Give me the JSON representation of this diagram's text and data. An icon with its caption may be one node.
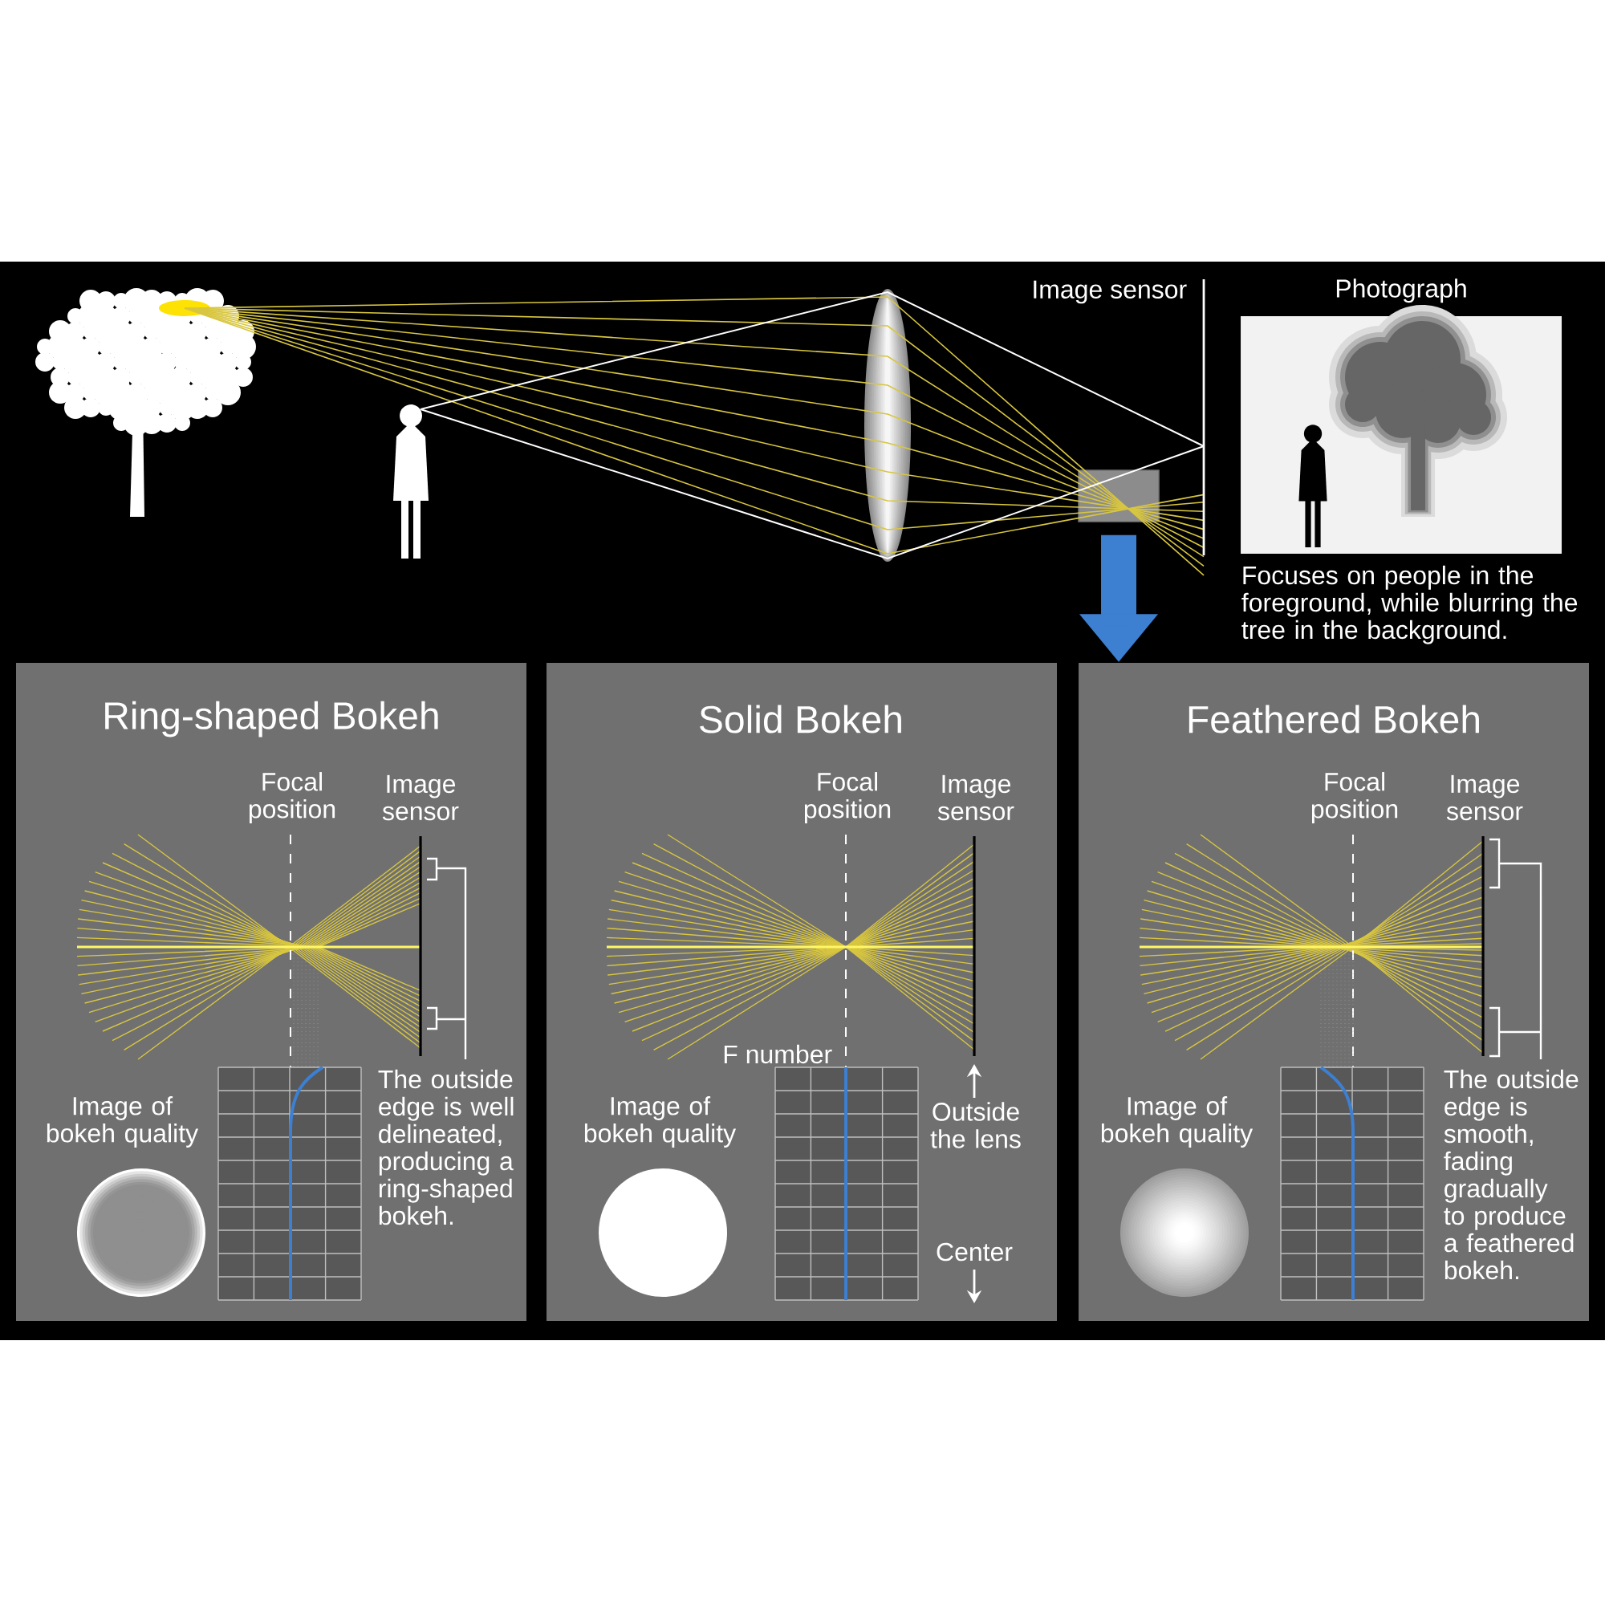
{
  "diagram": {
    "nodes": [
      {
        "text": [],
        "shape": "box"
      },
      {
        "text": [
          "Photograph"
        ],
        "beside": [
          "Focuses on people in the foreground, while blurring the tree in the background."
        ]
      },
      {
        "text": [
          "Ring-shaped Bokeh",
          "Focal position",
          "Image sensor",
          "Image of bokeh quality",
          "The outside edge is well delineated, producing a ring-shaped bokeh."
        ]
      },
      {
        "text": [
          "Solid Bokeh",
          "Focal position",
          "Image sensor",
          "F number",
          "Image of bokeh quality",
          "Outside the lens",
          "Center"
        ]
      },
      {
        "text": [
          "Feathered Bokeh",
          "Focal position",
          "Image sensor",
          "Image of bokeh quality",
          "The outside edge is smooth, fading gradually to produce a feathered bokeh."
        ]
      }
    ],
    "edges": [
      {
        "from": 0,
        "to": 4,
        "arrow": "to"
      }
    ],
    "labels": [
      "Image sensor"
    ]
  }
}
